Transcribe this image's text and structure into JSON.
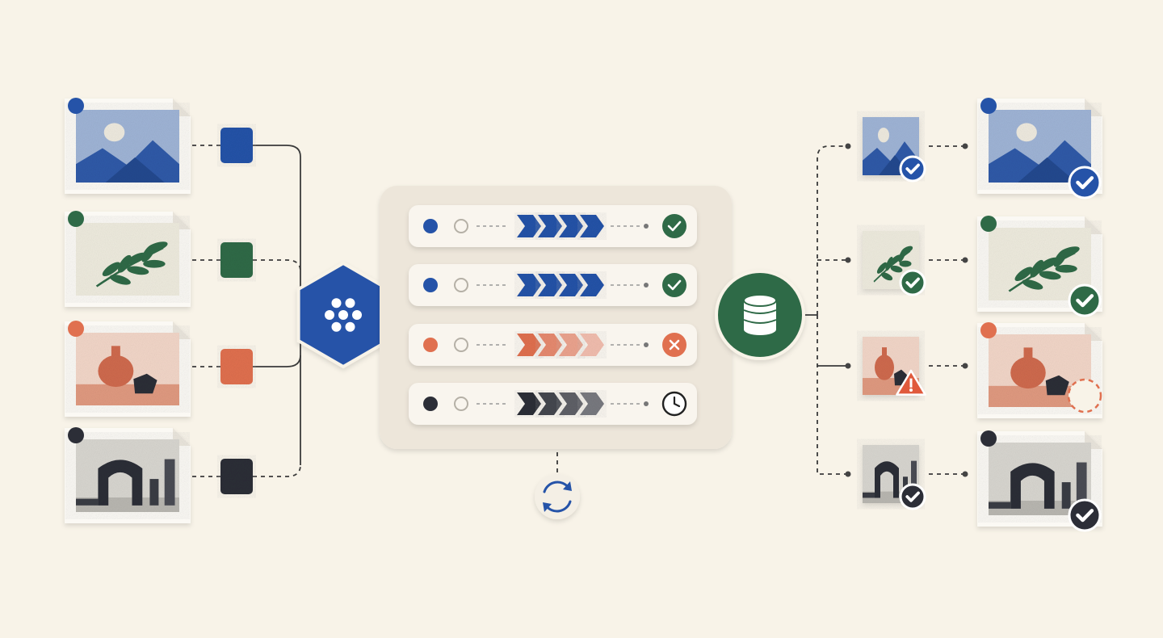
{
  "theme": {
    "background": "#f8f3e8",
    "blue": "#2553a8",
    "green": "#2f6a47",
    "coral": "#e0704f",
    "charcoal": "#2c2e37",
    "panel": "#ede6da",
    "card": "#f9f5ee"
  },
  "inputs": [
    {
      "id": "landscape",
      "subject": "mountain-landscape",
      "accent": "blue"
    },
    {
      "id": "leaf",
      "subject": "leaf-branch",
      "accent": "green"
    },
    {
      "id": "vase",
      "subject": "vase-still-life",
      "accent": "coral"
    },
    {
      "id": "arch",
      "subject": "stone-arch",
      "accent": "charcoal"
    }
  ],
  "processor": {
    "icon": "hexagon-dots-icon",
    "accent": "blue"
  },
  "pipeline": {
    "rows": [
      {
        "accent": "blue",
        "status": "success",
        "status_icon": "check-icon"
      },
      {
        "accent": "blue",
        "status": "success",
        "status_icon": "check-icon"
      },
      {
        "accent": "coral",
        "status": "failed",
        "status_icon": "close-icon"
      },
      {
        "accent": "charcoal",
        "status": "pending",
        "status_icon": "clock-icon"
      }
    ],
    "retry_icon": "refresh-icon"
  },
  "storage": {
    "icon": "database-icon",
    "accent": "green"
  },
  "outputs": [
    {
      "subject": "mountain-landscape",
      "accent": "blue",
      "thumb_status": "check",
      "final_status": "check"
    },
    {
      "subject": "leaf-branch",
      "accent": "green",
      "thumb_status": "check",
      "final_status": "check"
    },
    {
      "subject": "vase-still-life",
      "accent": "coral",
      "thumb_status": "warning",
      "final_status": "missing"
    },
    {
      "subject": "stone-arch",
      "accent": "charcoal",
      "thumb_status": "check",
      "final_status": "check"
    }
  ]
}
